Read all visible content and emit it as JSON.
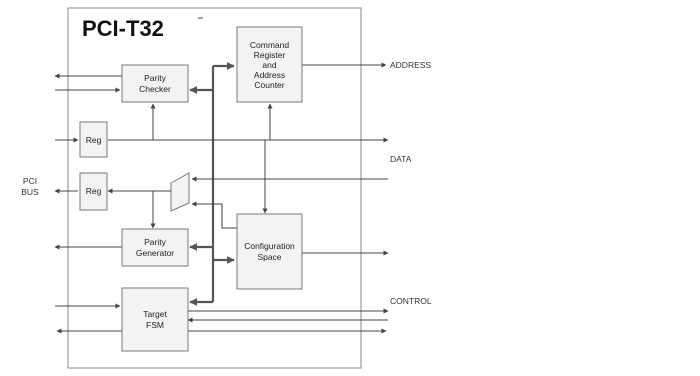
{
  "title": "PCI-T32",
  "blocks": {
    "parity_checker": [
      "Parity",
      "Checker"
    ],
    "reg_top": [
      "Reg"
    ],
    "reg_bottom": [
      "Reg"
    ],
    "parity_generator": [
      "Parity",
      "Generator"
    ],
    "target_fsm": [
      "Target",
      "FSM"
    ],
    "command_register": [
      "Command",
      "Register",
      "and",
      "Address",
      "Counter"
    ],
    "configuration_space": [
      "Configuration",
      "Space"
    ]
  },
  "side_labels": {
    "pci_bus": [
      "PCI",
      "BUS"
    ],
    "address": "ADDRESS",
    "data": "DATA",
    "control": "CONTROL"
  }
}
